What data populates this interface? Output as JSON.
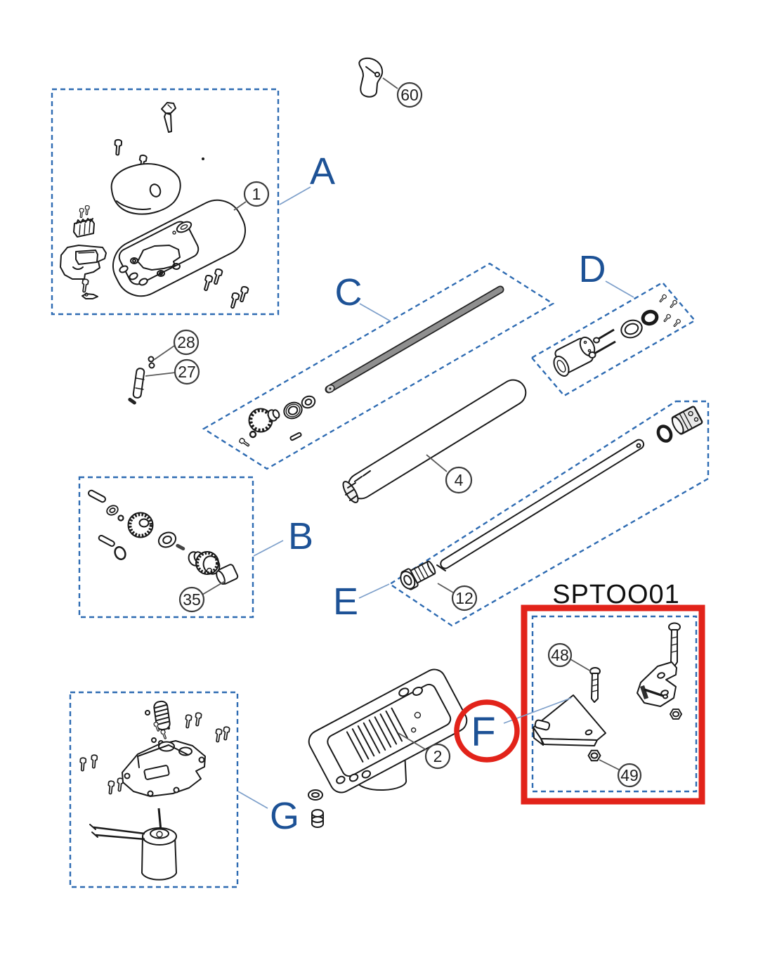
{
  "title": {
    "highlight_code": "SPTOO01"
  },
  "sections": {
    "a": "A",
    "b": "B",
    "c": "C",
    "d": "D",
    "e": "E",
    "f": "F",
    "g": "G"
  },
  "callouts": {
    "c1": "1",
    "c2": "2",
    "c4": "4",
    "c12": "12",
    "c27": "27",
    "c28": "28",
    "c35": "35",
    "c48": "48",
    "c49": "49",
    "c60": "60"
  },
  "colors": {
    "dash_blue": "#2e6bb2",
    "label_blue": "#1d5296",
    "leader_blue": "#7d9fca",
    "highlight_red": "#e2231a",
    "ink": "#1a1a1a",
    "rod_gray": "#8f8f8f"
  }
}
